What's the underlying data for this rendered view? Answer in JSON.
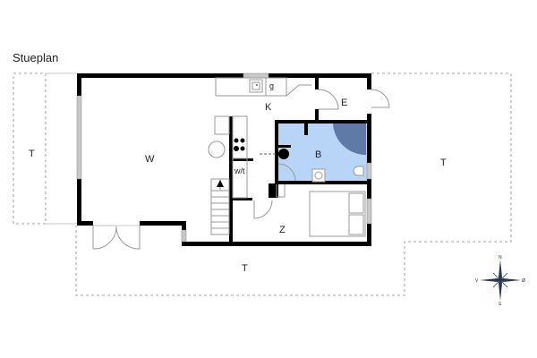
{
  "title": "Stueplan",
  "rooms": {
    "living": "W",
    "kitchen": "K",
    "kitchen_g": "g",
    "entrance": "E",
    "bath": "B",
    "toilet": "w/t",
    "bedroom": "Z",
    "terrace_left": "T",
    "terrace_right": "T",
    "terrace_bottom": "T"
  },
  "compass": {
    "n": "N",
    "s": "S",
    "e": "Ø",
    "w": "V"
  },
  "colors": {
    "wall": "#000000",
    "bath_fill": "#b8d4f7",
    "shower_fill": "#5f7aa6",
    "window": "#c8c8c8",
    "fixture": "#9a9a9a",
    "dashed": "#a0a0a0"
  }
}
